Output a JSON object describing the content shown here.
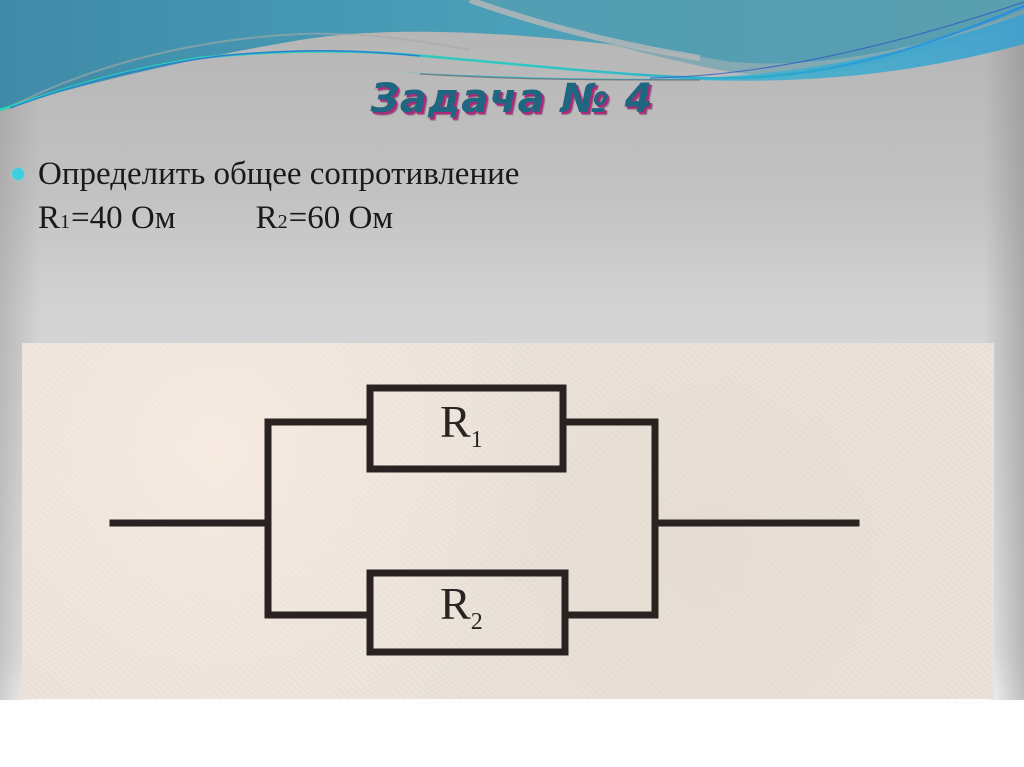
{
  "slide": {
    "title": "Задача № 4",
    "bullet": {
      "text": "Определить общее сопротивление",
      "bullet_color": "#3ccfe0"
    },
    "given_values": [
      {
        "symbol": "R",
        "subscript": "1",
        "suffix": "=40 Ом"
      },
      {
        "symbol": "R",
        "subscript": "2",
        "suffix": " =60 Ом"
      }
    ],
    "colors": {
      "title": "#1f6680",
      "title_shadow": "#b0287a",
      "wave_primary": "#4aa6c0",
      "wave_accent": "#2ad0b8",
      "background_gray": "#c8c8c8"
    }
  },
  "circuit": {
    "type": "parallel",
    "resistors": [
      {
        "name": "R",
        "subscript": "1",
        "position": "top"
      },
      {
        "name": "R",
        "subscript": "2",
        "position": "bottom"
      }
    ],
    "line_color": "#2a2220",
    "paper_color": "#ece4dc"
  }
}
